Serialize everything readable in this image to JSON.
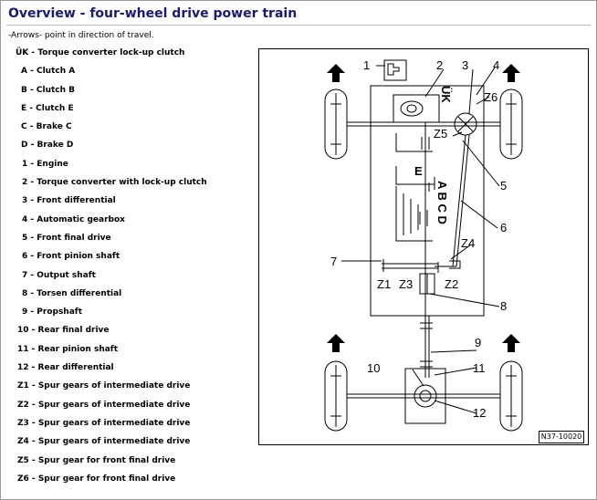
{
  "page": {
    "title": "Overview - four-wheel drive power train",
    "note": "-Arrows- point in direction of travel."
  },
  "legend": [
    {
      "key": "ÜK",
      "text": "Torque converter lock-up clutch"
    },
    {
      "key": "A",
      "text": "Clutch A"
    },
    {
      "key": "B",
      "text": "Clutch B"
    },
    {
      "key": "E",
      "text": "Clutch E"
    },
    {
      "key": "C",
      "text": "Brake C"
    },
    {
      "key": "D",
      "text": "Brake D"
    },
    {
      "key": "1",
      "text": "Engine"
    },
    {
      "key": "2",
      "text": "Torque converter with lock-up clutch"
    },
    {
      "key": "3",
      "text": "Front differential"
    },
    {
      "key": "4",
      "text": "Automatic gearbox"
    },
    {
      "key": "5",
      "text": "Front final drive"
    },
    {
      "key": "6",
      "text": "Front pinion shaft"
    },
    {
      "key": "7",
      "text": "Output shaft"
    },
    {
      "key": "8",
      "text": "Torsen differential"
    },
    {
      "key": "9",
      "text": "Propshaft"
    },
    {
      "key": "10",
      "text": "Rear final drive"
    },
    {
      "key": "11",
      "text": "Rear pinion shaft"
    },
    {
      "key": "12",
      "text": "Rear differential"
    },
    {
      "key": "Z1",
      "text": "Spur gears of intermediate drive"
    },
    {
      "key": "Z2",
      "text": "Spur gears of intermediate drive"
    },
    {
      "key": "Z3",
      "text": "Spur gears of intermediate drive"
    },
    {
      "key": "Z4",
      "text": "Spur gears of intermediate drive"
    },
    {
      "key": "Z5",
      "text": "Spur gear for front final drive"
    },
    {
      "key": "Z6",
      "text": "Spur gear for front final drive"
    }
  ],
  "diagram": {
    "labels": {
      "l1": "1",
      "l2": "2",
      "l3": "3",
      "l4": "4",
      "l5": "5",
      "l6": "6",
      "l7": "7",
      "l8": "8",
      "l9": "9",
      "l10": "10",
      "l11": "11",
      "l12": "12",
      "uk": "ÜK",
      "e": "E",
      "abcd": "A B C D",
      "z1": "Z1",
      "z2": "Z2",
      "z3": "Z3",
      "z4": "Z4",
      "z5": "Z5",
      "z6": "Z6"
    },
    "code": "N37-10020"
  }
}
